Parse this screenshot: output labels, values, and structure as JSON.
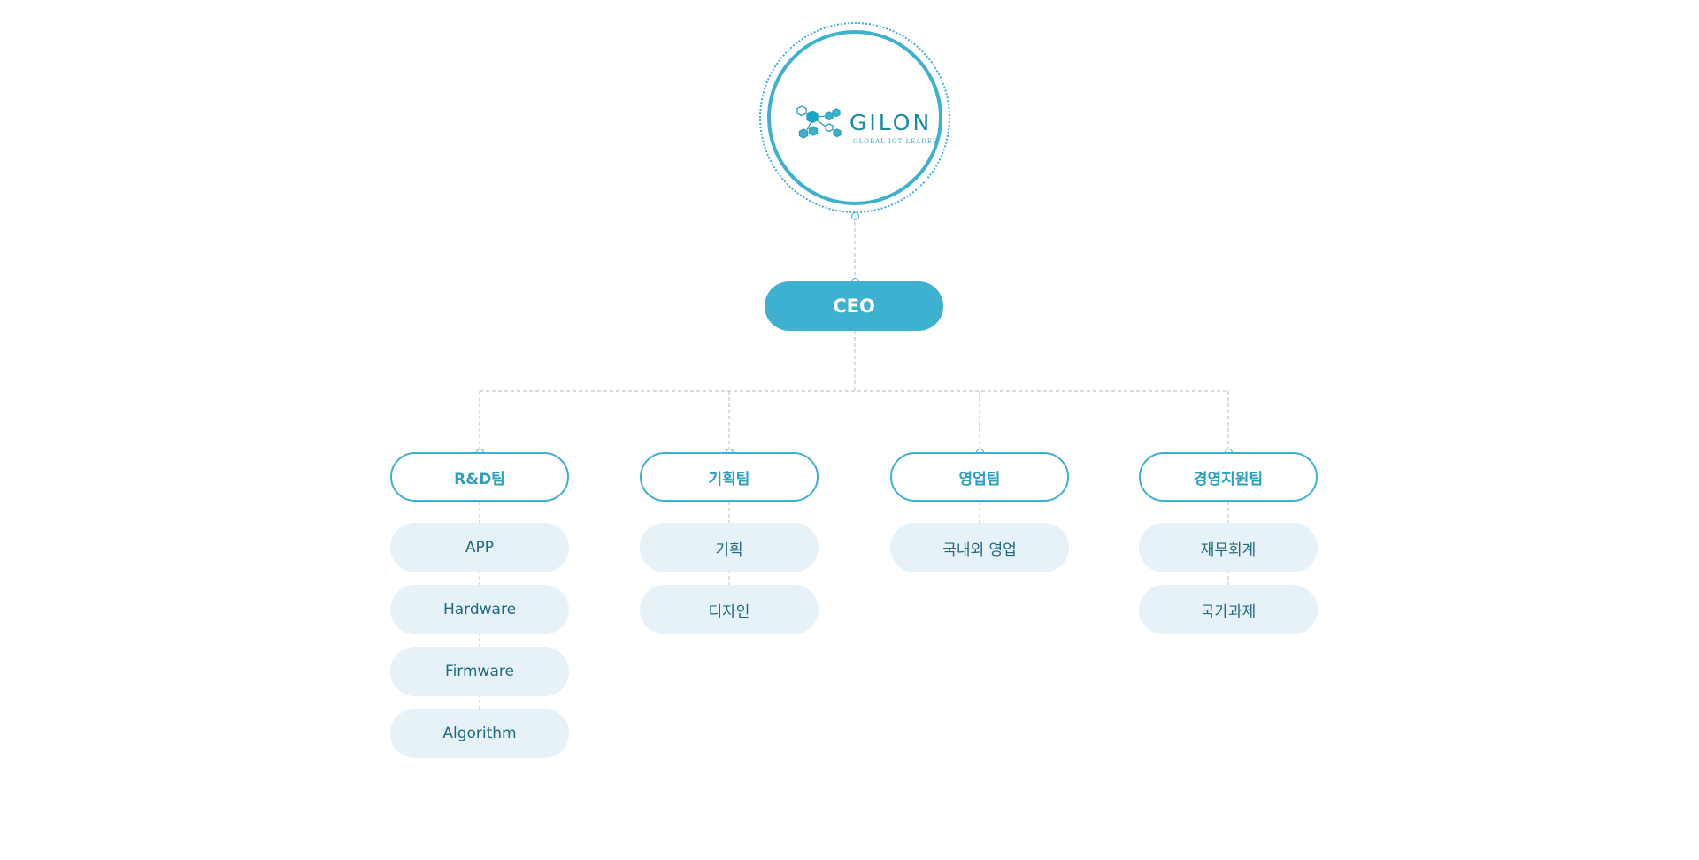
{
  "logo": {
    "name": "GILON",
    "tagline": "GLOBAL IOT LEADER"
  },
  "ceo": {
    "label": "CEO"
  },
  "teams": [
    {
      "label": "R&D팀",
      "units": [
        "APP",
        "Hardware",
        "Firmware",
        "Algorithm"
      ]
    },
    {
      "label": "기획팀",
      "units": [
        "기획",
        "디자인"
      ]
    },
    {
      "label": "영업팀",
      "units": [
        "국내외 영업"
      ]
    },
    {
      "label": "경영지원팀",
      "units": [
        "재무회계",
        "국가과제"
      ]
    }
  ],
  "colors": {
    "accent": "#3db1cf",
    "unit_bg": "#e6f1f8",
    "unit_text": "#1f6a80",
    "connector": "#b8b8b8"
  }
}
